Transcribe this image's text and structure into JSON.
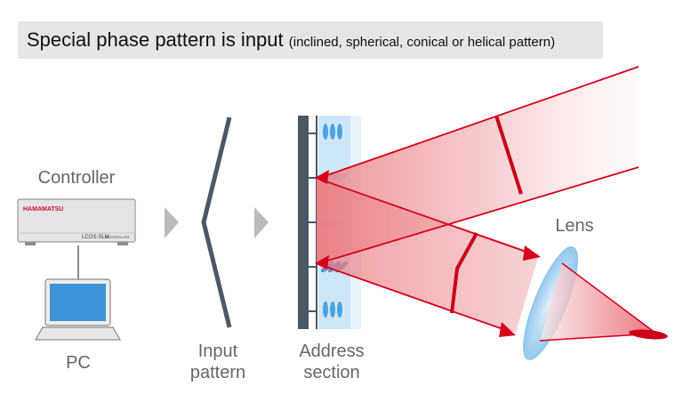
{
  "banner": {
    "title": "Special phase pattern is input",
    "subtitle": "(inclined, spherical, conical or helical pattern)"
  },
  "labels": {
    "controller": "Controller",
    "pc": "PC",
    "input_pattern_line1": "Input",
    "input_pattern_line2": "pattern",
    "address_line1": "Address",
    "address_line2": "section",
    "lens": "Lens"
  },
  "device": {
    "brand": "HAMAMATSU",
    "model": "LCOS-SLM",
    "model_suffix": "CONTROLLER"
  },
  "colors": {
    "beam": "#d6001c",
    "beam_fill": "#f2a9ad",
    "slm_dark": "#4a5866",
    "lc_blue": "#4aa3df",
    "lens_blue": "#a9d4f2",
    "laptop_screen": "#3e92d6",
    "arrow_gray": "#bbbbbb"
  }
}
